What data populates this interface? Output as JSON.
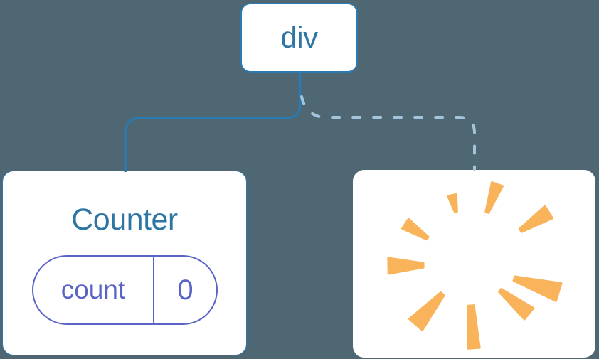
{
  "tree": {
    "root": {
      "label": "div"
    },
    "counter": {
      "title": "Counter",
      "state": {
        "name": "count",
        "value": "0"
      }
    },
    "removed": {
      "icon": "poof-icon"
    }
  },
  "colors": {
    "background": "#4e6772",
    "node_fill": "#ffffff",
    "node_border_blue": "#2b7ab1",
    "node_text_blue": "#2d76a4",
    "state_purple": "#5a63c6",
    "poof_orange": "#f9b45b",
    "dash_blue": "#a3c5db"
  }
}
